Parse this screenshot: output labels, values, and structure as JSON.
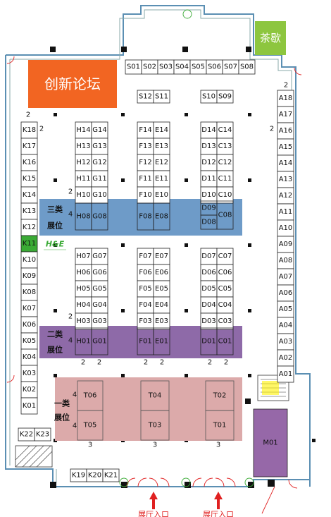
{
  "labels": {
    "forum": "创新论坛",
    "tea_break": "茶歇",
    "zone3_line1": "三类",
    "zone3_line2": "展位",
    "zone2_line1": "二类",
    "zone2_line2": "展位",
    "zone1_line1": "一类",
    "zone1_line2": "展位",
    "logo": "H&E",
    "entrance_left": "展厅入口",
    "entrance_right": "展厅入口"
  },
  "colors": {
    "forum": "#f26522",
    "tea_break": "#8dc63f",
    "zone3": "#6e9bc8",
    "zone2": "#8e6aa8",
    "zone1": "#dcaaaa",
    "m01": "#9668a8",
    "k11": "#3aaa35",
    "logo": "#3aaa35",
    "arrow": "#e02020"
  },
  "numbers": {
    "n_2a": "2",
    "n_2b": "2",
    "n_2c": "2",
    "n_2d": "2",
    "n_2e": "2",
    "n_2f": "2",
    "n_2g": "2",
    "n_4a": "4",
    "n_4b": "4",
    "n_2h": "2",
    "n_2i": "2",
    "n_2j": "2",
    "n_2k": "2",
    "n_2l": "2",
    "n_2m": "2",
    "n_4c": "4",
    "n_4d": "4",
    "n_3a": "3",
    "n_3b": "3",
    "n_3c": "3"
  },
  "booths": {
    "S01": "S01",
    "S02": "S02",
    "S03": "S03",
    "S04": "S04",
    "S05": "S05",
    "S06": "S06",
    "S07": "S07",
    "S08": "S08",
    "S12": "S12",
    "S11": "S11",
    "S10": "S10",
    "S09": "S09",
    "A18": "A18",
    "A17": "A17",
    "A16": "A16",
    "A15": "A15",
    "A14": "A14",
    "A13": "A13",
    "A12": "A12",
    "A11": "A11",
    "A10": "A10",
    "A09": "A09",
    "A08": "A08",
    "A07": "A07",
    "A06": "A06",
    "A05": "A05",
    "A04": "A04",
    "A03": "A03",
    "A02": "A02",
    "A01": "A01",
    "K18": "K18",
    "K17": "K17",
    "K16": "K16",
    "K15": "K15",
    "K14": "K14",
    "K13": "K13",
    "K12": "K12",
    "K11": "K11",
    "K10": "K10",
    "K09": "K09",
    "K08": "K08",
    "K07": "K07",
    "K06": "K06",
    "K05": "K05",
    "K04": "K04",
    "K03": "K03",
    "K02": "K02",
    "K01": "K01",
    "K22": "K22",
    "K23": "K23",
    "K19": "K19",
    "K20": "K20",
    "K21": "K21",
    "H14": "H14",
    "G14": "G14",
    "H13": "H13",
    "G13": "G13",
    "H12": "H12",
    "G12": "G12",
    "H11": "H11",
    "G11": "G11",
    "H10": "H10",
    "G10": "G10",
    "H08": "H08",
    "G08": "G08",
    "H07": "H07",
    "G07": "G07",
    "H06": "H06",
    "G06": "G06",
    "H05": "H05",
    "G05": "G05",
    "H04": "H04",
    "G04": "G04",
    "H03": "H03",
    "G03": "G03",
    "H01": "H01",
    "G01": "G01",
    "F14": "F14",
    "E14": "E14",
    "F13": "F13",
    "E13": "E13",
    "F12": "F12",
    "E12": "E12",
    "F11": "F11",
    "E11": "E11",
    "F10": "F10",
    "E10": "E10",
    "F08": "F08",
    "E08": "E08",
    "F07": "F07",
    "E07": "E07",
    "F06": "F06",
    "E06": "E06",
    "F05": "F05",
    "E05": "E05",
    "F04": "F04",
    "E04": "E04",
    "F03": "F03",
    "E03": "E03",
    "F01": "F01",
    "E01": "E01",
    "D14": "D14",
    "C14": "C14",
    "D13": "D13",
    "C13": "C13",
    "D12": "D12",
    "C12": "C12",
    "D11": "D11",
    "C11": "C11",
    "D10": "D10",
    "C10": "C10",
    "D09": "D09",
    "D08": "D08",
    "C08": "C08",
    "D07": "D07",
    "C07": "C07",
    "D06": "D06",
    "C06": "C06",
    "D05": "D05",
    "C05": "C05",
    "D04": "D04",
    "C04": "C04",
    "D03": "D03",
    "C03": "C03",
    "D01": "D01",
    "C01": "C01",
    "T06": "T06",
    "T05": "T05",
    "T04": "T04",
    "T03": "T03",
    "T02": "T02",
    "T01": "T01",
    "M01": "M01"
  }
}
